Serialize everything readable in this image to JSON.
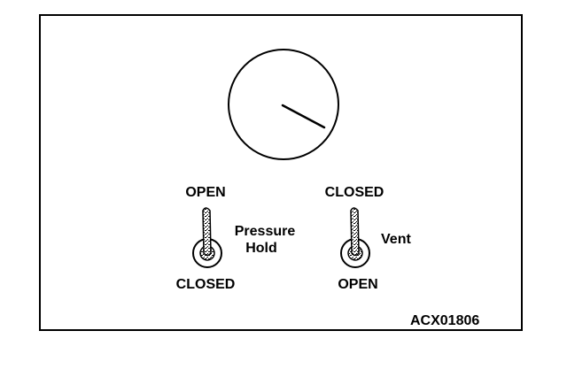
{
  "diagram": {
    "left_switch": {
      "top_label": "OPEN",
      "bottom_label": "CLOSED",
      "name_line1": "Pressure",
      "name_line2": "Hold"
    },
    "right_switch": {
      "top_label": "CLOSED",
      "bottom_label": "OPEN",
      "name": "Vent"
    },
    "figure_code": "ACX01806",
    "icons": [
      "pressure-gauge-icon",
      "toggle-switch-icon"
    ]
  }
}
